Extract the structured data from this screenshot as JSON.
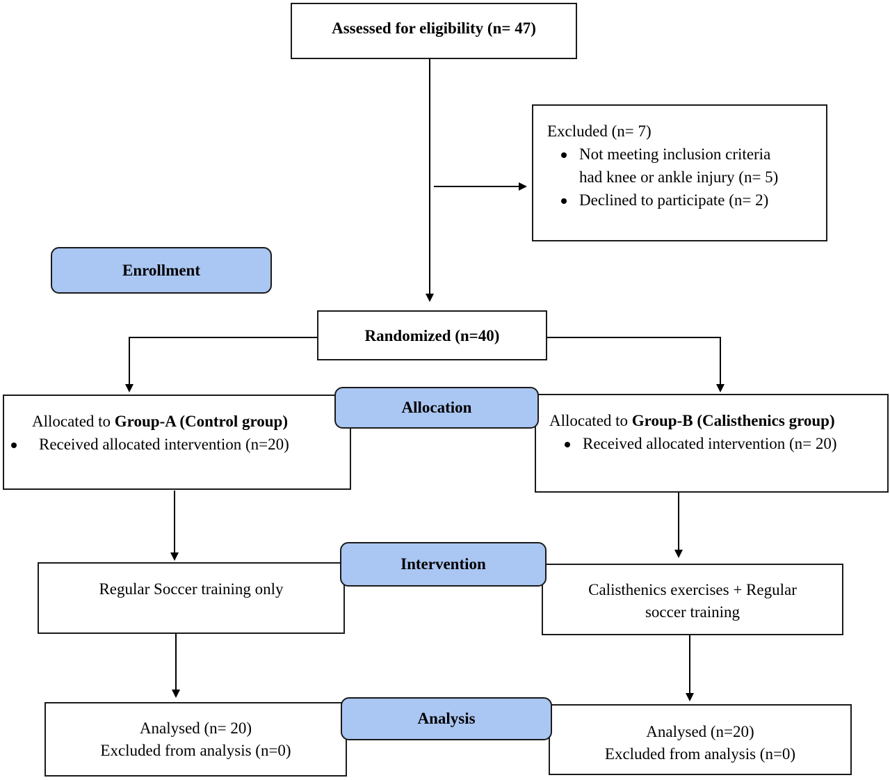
{
  "stages": {
    "enrollment": "Enrollment",
    "allocation": "Allocation",
    "intervention": "Intervention",
    "analysis": "Analysis"
  },
  "assessed": "Assessed for eligibility (n= 47)",
  "excluded": {
    "title": "Excluded (n= 7)",
    "items": [
      "Not meeting inclusion criteria had knee or ankle injury (n= 5)",
      "Declined to participate (n= 2)"
    ],
    "item1_line1": "Not meeting inclusion criteria",
    "item1_line2": "had knee or ankle injury (n= 5)"
  },
  "randomized": "Randomized (n=40)",
  "group_a": {
    "prefix": "Allocated to ",
    "name": "Group-A (Control group)",
    "item": "Received allocated intervention (n=20)",
    "intervention": "Regular Soccer training only",
    "analysed": "Analysed (n= 20)",
    "excluded": "Excluded from analysis (n=0)"
  },
  "group_b": {
    "prefix": "Allocated to ",
    "name": "Group-B (Calisthenics group)",
    "item": "Received allocated intervention (n= 20)",
    "intervention_line1": "Calisthenics exercises + Regular",
    "intervention_line2": "soccer training",
    "analysed": "Analysed (n=20)",
    "excluded": "Excluded from analysis (n=0)"
  }
}
